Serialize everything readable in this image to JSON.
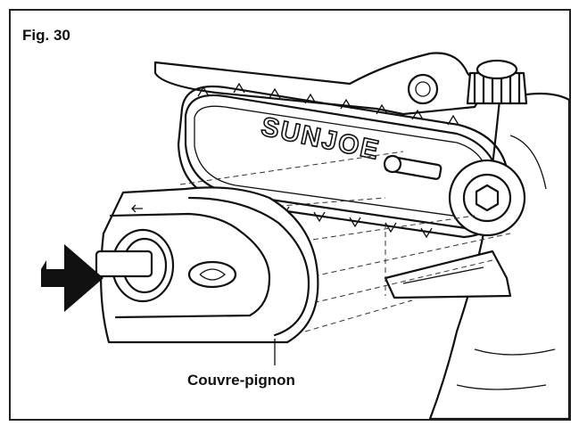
{
  "figure": {
    "label": "Fig. 30",
    "callout": "Couvre-pignon",
    "bar_brand": "SUNJOE"
  }
}
